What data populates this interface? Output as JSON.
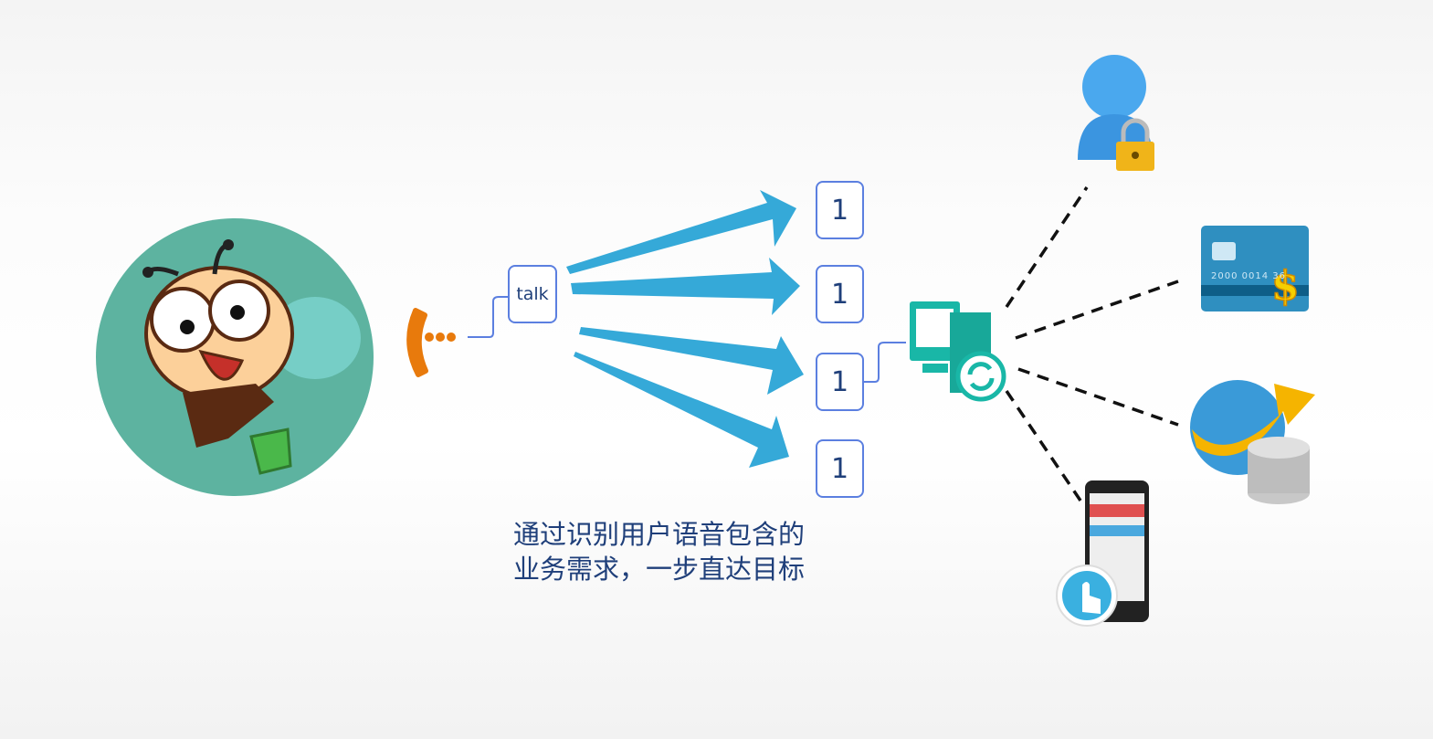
{
  "talk_label": "talk",
  "targets": [
    "1",
    "1",
    "1",
    "1"
  ],
  "caption": {
    "line1": "通过识别用户语音包含的",
    "line2": "业务需求，一步直达目标"
  },
  "card_number": "2000 0014 36",
  "colors": {
    "arrow": "#35a9d8",
    "box_border": "#5b7fe0",
    "text": "#1f3f7a",
    "phone": "#e87a0c",
    "avatar_bg": "#5db3a0",
    "server": "#19b7a7"
  }
}
